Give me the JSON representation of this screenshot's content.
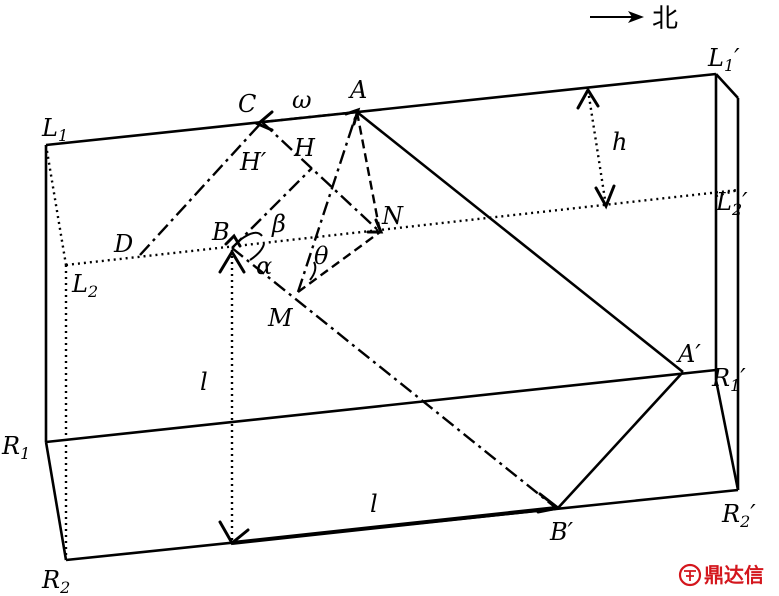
{
  "north_label": "北",
  "points": {
    "L1": {
      "main": "L",
      "sub": "1",
      "prime": ""
    },
    "L1p": {
      "main": "L",
      "sub": "1",
      "prime": "′"
    },
    "L2": {
      "main": "L",
      "sub": "2",
      "prime": ""
    },
    "L2p": {
      "main": "L",
      "sub": "2",
      "prime": "′"
    },
    "R1": {
      "main": "R",
      "sub": "1",
      "prime": ""
    },
    "R1p": {
      "main": "R",
      "sub": "1",
      "prime": "′"
    },
    "R2": {
      "main": "R",
      "sub": "2",
      "prime": ""
    },
    "R2p": {
      "main": "R",
      "sub": "2",
      "prime": "′"
    },
    "A": "A",
    "Ap": "A′",
    "B": "B",
    "Bp": "B′",
    "C": "C",
    "D": "D",
    "H": "H",
    "Hp": "H′",
    "M": "M",
    "N": "N"
  },
  "symbols": {
    "omega": "ω",
    "h": "h",
    "l_vertical": "l",
    "l_horizontal": "l",
    "alpha": "α",
    "beta": "β",
    "theta": "θ"
  },
  "watermark": {
    "logo_icon": "dingdaxin-logo-icon",
    "text": "鼎达信",
    "color": "#d4161d"
  }
}
